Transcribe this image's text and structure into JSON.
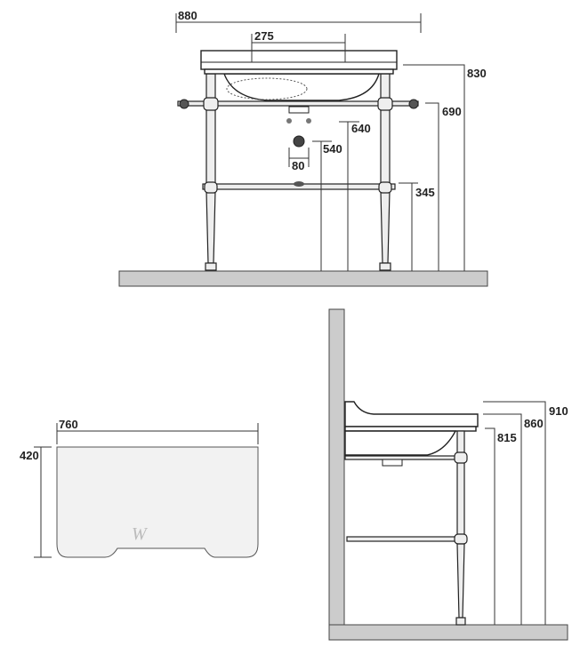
{
  "front_view": {
    "dimensions": {
      "width": "880",
      "tap_spacing": "275",
      "rim_height": "830",
      "rail_height": "690",
      "inlet_height": "640",
      "waste_height": "540",
      "waste_spacing": "80",
      "shelf_height": "345"
    }
  },
  "template_view": {
    "dimensions": {
      "width": "760",
      "depth": "420"
    },
    "watermark": "W"
  },
  "side_view": {
    "dimensions": {
      "top_height": "910",
      "rim_height": "860",
      "underside_height": "815"
    }
  }
}
